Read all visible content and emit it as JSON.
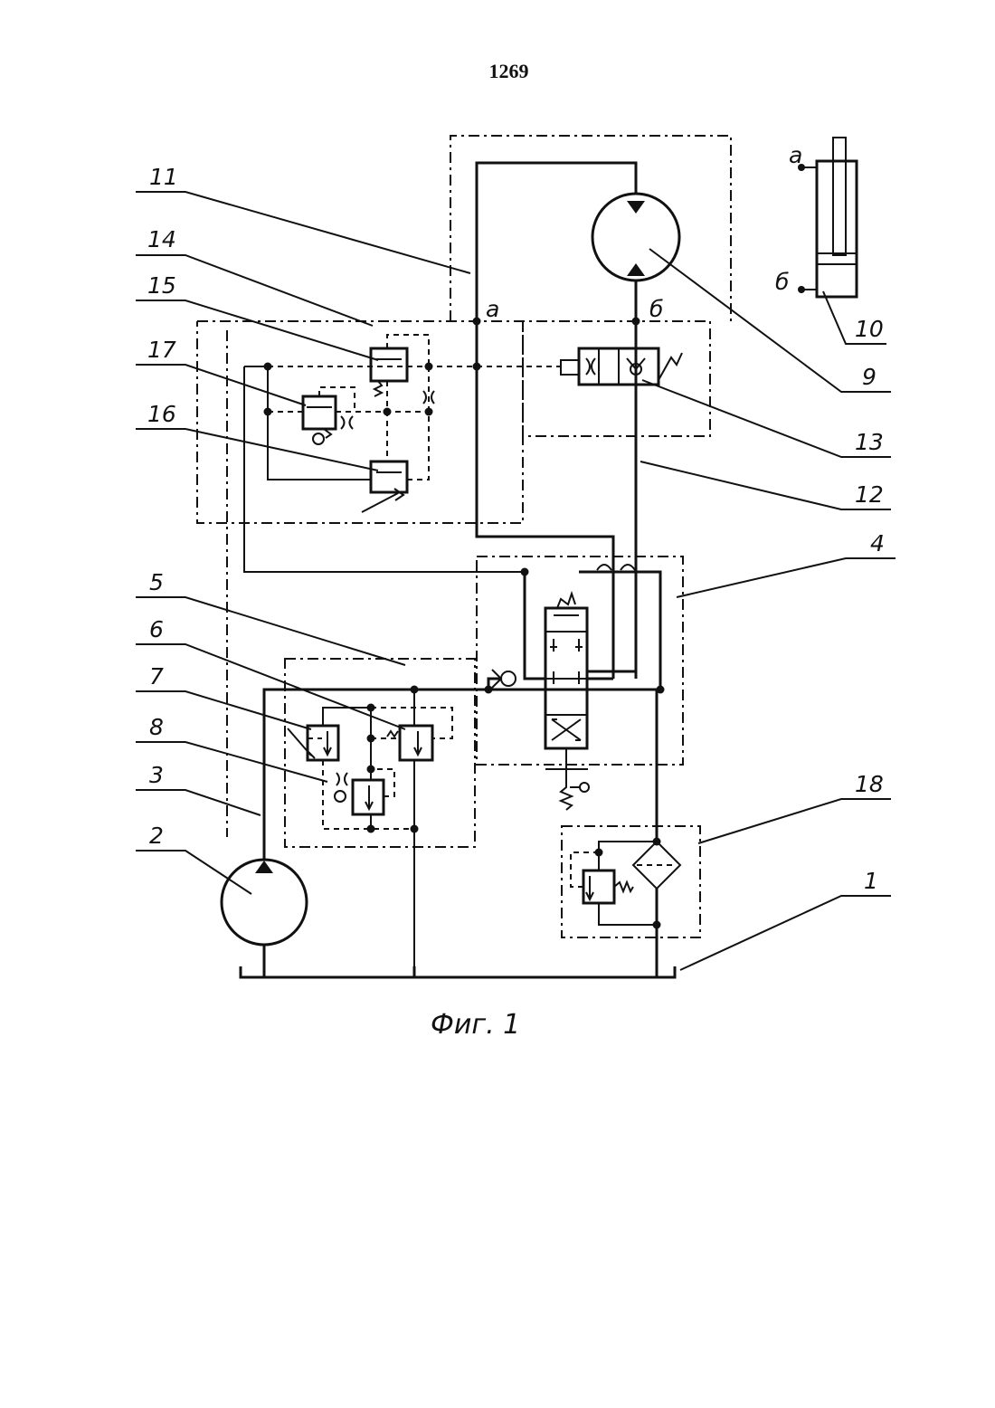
{
  "page_number": "1269",
  "caption": "Фиг. 1",
  "port_labels": {
    "a": "a",
    "b": "б"
  },
  "cylinder_port_labels": {
    "a": "a",
    "b": "б"
  },
  "callouts": [
    {
      "id": "11",
      "text": "11"
    },
    {
      "id": "14",
      "text": "14"
    },
    {
      "id": "15",
      "text": "15"
    },
    {
      "id": "17",
      "text": "17"
    },
    {
      "id": "16",
      "text": "16"
    },
    {
      "id": "5",
      "text": "5"
    },
    {
      "id": "6",
      "text": "6"
    },
    {
      "id": "7",
      "text": "7"
    },
    {
      "id": "8",
      "text": "8"
    },
    {
      "id": "3",
      "text": "3"
    },
    {
      "id": "2",
      "text": "2"
    },
    {
      "id": "10",
      "text": "10"
    },
    {
      "id": "9",
      "text": "9"
    },
    {
      "id": "13",
      "text": "13"
    },
    {
      "id": "12",
      "text": "12"
    },
    {
      "id": "4",
      "text": "4"
    },
    {
      "id": "18",
      "text": "18"
    },
    {
      "id": "1",
      "text": "1"
    }
  ]
}
